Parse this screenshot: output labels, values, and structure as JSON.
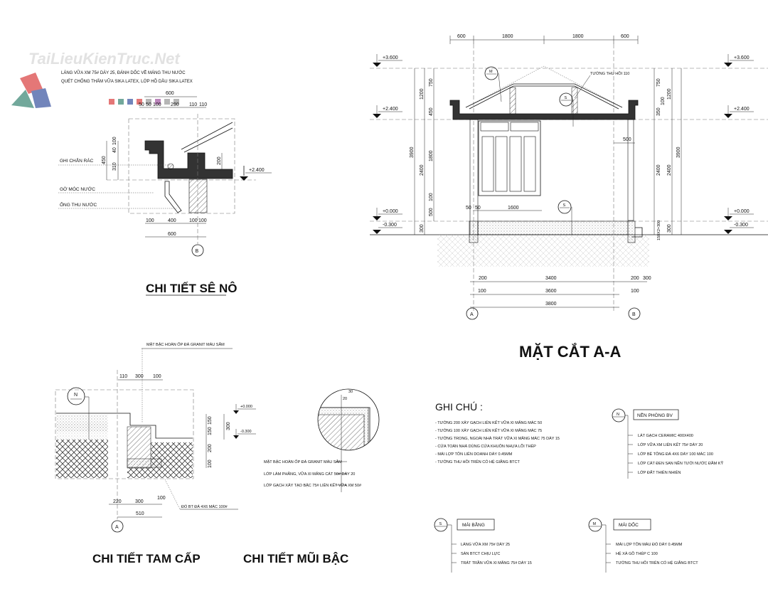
{
  "watermark": {
    "text": "TaiLieuKienTruc.Net",
    "colors": [
      "#e06060",
      "#5a9a8a",
      "#5a70b0",
      "#b070b0"
    ]
  },
  "seno": {
    "title": "CHI TIẾT SÊ NÔ",
    "notes": [
      "LÁNG VỮA XM 75# DÀY 25, ĐÁNH DỐC VỀ MÁNG THU NƯỚC",
      "QUÉT CHỐNG THẤM VỮA SIKA LATEX, LỚP HỒ DẦU SIKA LATEX"
    ],
    "labels": {
      "ghi_chan_rac": "GHI CHẮN RÁC",
      "go_moc_nuoc": "GỜ MÓC NƯỚC",
      "ong_thu_nuoc": "ỐNG THU NƯỚC"
    },
    "level": "+2.400",
    "top_total": "600",
    "top_dims": [
      "50",
      "50",
      "100",
      "290",
      "110",
      "110"
    ],
    "left_dims": [
      "100",
      "40",
      "310"
    ],
    "left_total": "450",
    "right_dim": "200",
    "bottom_dims": [
      "100",
      "400",
      "100",
      "100"
    ],
    "bottom_total": "600",
    "axis": "B"
  },
  "section": {
    "title": "MẶT CẮT  A-A",
    "top_dims": [
      "600",
      "1800",
      "1800",
      "600"
    ],
    "levels": {
      "l3600": "+3.600",
      "l2400": "+2.400",
      "l0": "+0.000",
      "lm300": "-0.300"
    },
    "left_dims_outer": [
      "3900"
    ],
    "left_dims_mid": [
      "1200",
      "2400",
      "300"
    ],
    "left_dims_inner": [
      "750",
      "450",
      "1800",
      "100",
      "500"
    ],
    "right_dims_inner": [
      "750",
      "100",
      "350",
      "2400",
      "150X2=300"
    ],
    "right_dims_mid": [
      "1200",
      "2400",
      "300"
    ],
    "right_dims_outer": [
      "3900"
    ],
    "wall_label": "TƯỜNG THU HỒI 110",
    "dim_500": "500",
    "dims_50": [
      "50",
      "50"
    ],
    "dim_1600": "1600",
    "bottom_row1": [
      "200",
      "3400",
      "200",
      "300"
    ],
    "bottom_row2": [
      "100",
      "3600",
      "100"
    ],
    "bottom_row3": [
      "3800"
    ],
    "axes": [
      "A",
      "B"
    ],
    "tags": [
      "M",
      "S",
      "S"
    ]
  },
  "tamcap": {
    "title": "CHI TIẾT TAM CẤP",
    "top_label": "MẶT BẬC HOÀN ỐP ĐÁ GRANIT MÀU SẪM",
    "top_dims": [
      "110",
      "300",
      "100"
    ],
    "right_dims": [
      "150",
      "150",
      "200",
      "100"
    ],
    "right_total": "300",
    "levels": [
      "+0.000",
      "-0.300"
    ],
    "concrete_label": "ĐỔ BT ĐÁ 4X6 MÁC 100#",
    "bottom_dims": [
      "220",
      "300",
      "100"
    ],
    "bottom_total": "510",
    "axis": "A",
    "tag": "N"
  },
  "muibac": {
    "title": "CHI TIẾT MŨI BẬC",
    "dims": [
      "30",
      "20"
    ],
    "labels": [
      "MẶT BẬC HOÀN ỐP ĐÁ GRANIT MÀU SẪM",
      "LỚP LÀM PHẲNG, VỮA XI MĂNG CÁT 50# DÀY 20",
      "LỚP GẠCH XÂY TẠO BẬC 75# LIÊN KẾT VỮA XM 50#"
    ]
  },
  "ghi_chu": {
    "title": "GHI CHÚ :",
    "items": [
      "- TƯỜNG 200 XÂY GẠCH LIÊN KẾT VỮA XI MĂNG MÁC 50",
      "- TƯỜNG 100 XÂY GẠCH LIÊN KẾT VỮA XI MĂNG MÁC 75",
      "- TƯỜNG TRONG, NGOÀI NHÀ TRÁT VỮA XI MĂNG MÁC 75 DÀY 15",
      "- CỬA TOÀN NHÀ DÙNG CỬA KHUÔN NHỰA LÕI THÉP",
      "- MÁI LỢP TÔN LIÊN DOANH DÀY 0.45MM",
      "- TƯỜNG THU HỒI TRÊN CÓ HỆ GIẰNG BTCT"
    ]
  },
  "legends": [
    {
      "tag": "N",
      "title": "NỀN PHÒNG BV",
      "items": [
        "LÁT GẠCH CERAMIC 400X400",
        "LỚP VỮA XM LIÊN KẾT 75# DÀY 20",
        "LỚP BÊ TÔNG ĐÁ 4X6 DÀY 100 MÁC 100",
        "LỚP CÁT ĐEN SAN NỀN TƯỚI NƯỚC ĐẦM KỸ",
        "LỚP ĐẤT THIÊN NHIÊN"
      ]
    },
    {
      "tag": "S",
      "title": "MÁI BẰNG",
      "items": [
        "LÁNG VỮA XM 75# DÀY 25",
        "SÀN BTCT CHỊU LỰC",
        "TRÁT TRẦN VỮA XI MĂNG 75# DÀY 15"
      ]
    },
    {
      "tag": "M",
      "title": "MÁI DỐC",
      "items": [
        "MÁI LỢP TÔN MÀU ĐỎ DÀY 0.45MM",
        "HỆ XÀ GỒ THÉP C 100",
        "TƯỜNG THU HỒI TRÊN CÓ HỆ GIẰNG BTCT"
      ]
    }
  ]
}
